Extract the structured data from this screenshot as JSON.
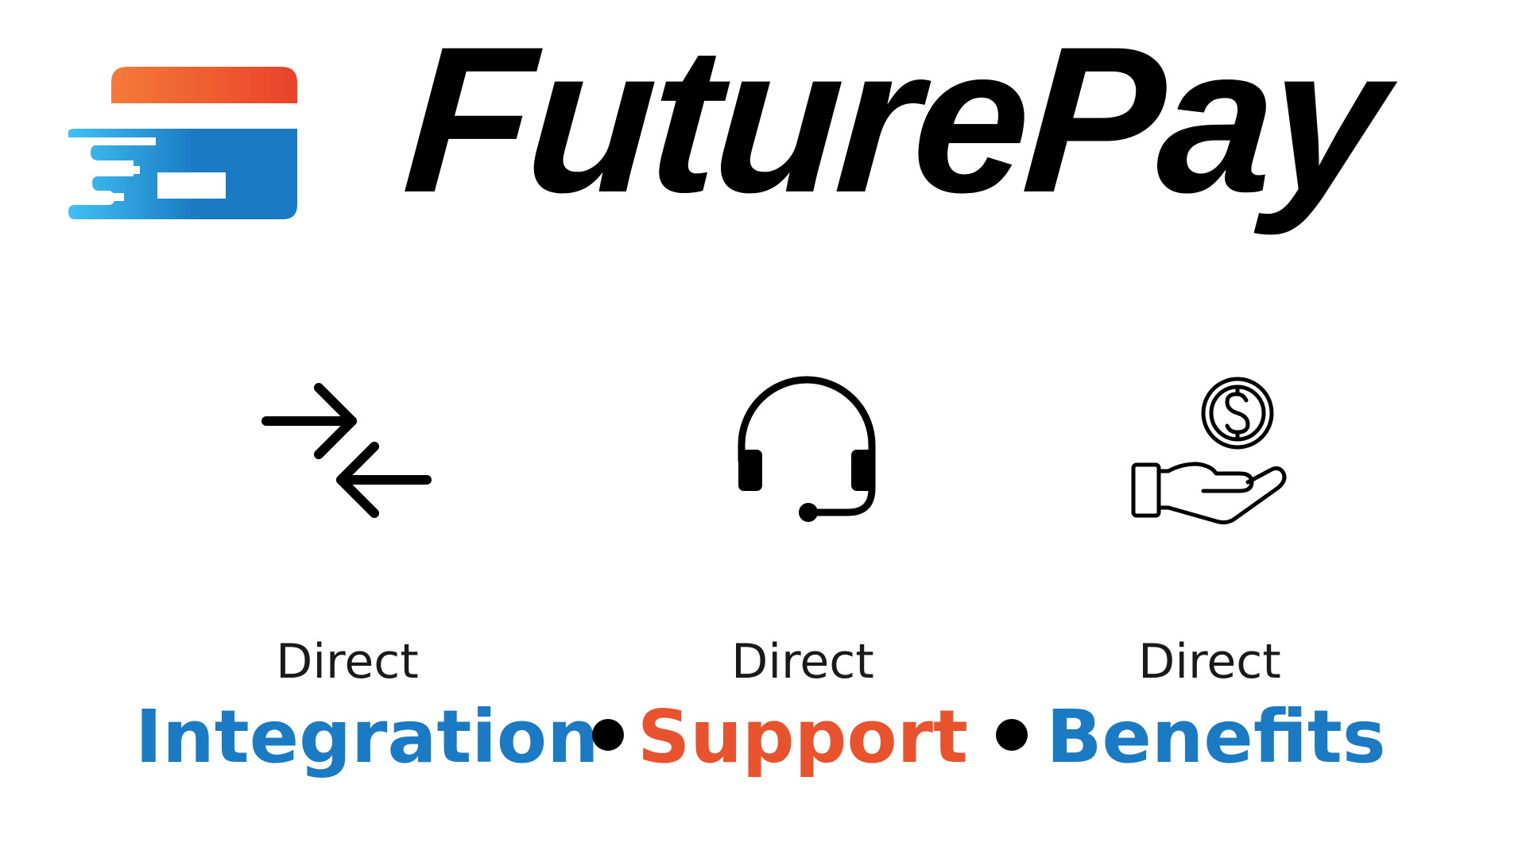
{
  "brand": {
    "name": "FuturePay",
    "logo_icon": "credit-card-speed-icon",
    "colors": {
      "orange_start": "#F47A38",
      "orange_end": "#E8432A",
      "blue_start": "#41C1F2",
      "blue_end": "#1A7BC4",
      "text": "#000000"
    }
  },
  "features": [
    {
      "icon": "transfer-arrows-icon",
      "top_label": "Direct",
      "bottom_label": "Integration",
      "color": "#1A7BC4"
    },
    {
      "icon": "headset-icon",
      "top_label": "Direct",
      "bottom_label": "Support",
      "color": "#E8532E"
    },
    {
      "icon": "hand-dollar-coin-icon",
      "top_label": "Direct",
      "bottom_label": "Benefits",
      "color": "#1A7BC4"
    }
  ],
  "separator_icon": "bullet-dot-icon"
}
